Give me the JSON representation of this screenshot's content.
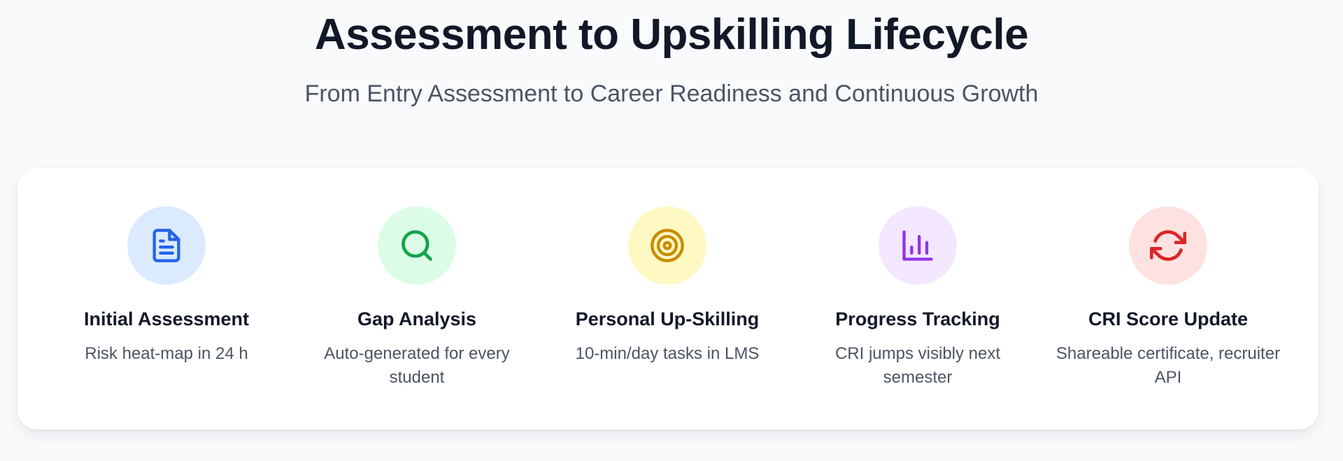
{
  "header": {
    "title": "Assessment to Upskilling Lifecycle",
    "subtitle": "From Entry Assessment to Career Readiness and Continuous Growth"
  },
  "steps": [
    {
      "title": "Initial Assessment",
      "description": "Risk heat-map in 24 h",
      "icon": "document-icon",
      "icon_bg": "#dbeafe",
      "icon_color": "#2563eb"
    },
    {
      "title": "Gap Analysis",
      "description": "Auto-generated for every student",
      "icon": "search-icon",
      "icon_bg": "#dcfce7",
      "icon_color": "#16a34a"
    },
    {
      "title": "Personal Up-Skilling",
      "description": "10-min/day tasks in LMS",
      "icon": "target-icon",
      "icon_bg": "#fef9c3",
      "icon_color": "#ca8a04"
    },
    {
      "title": "Progress Tracking",
      "description": "CRI jumps visibly next semester",
      "icon": "bar-chart-icon",
      "icon_bg": "#f3e8ff",
      "icon_color": "#9333ea"
    },
    {
      "title": "CRI Score Update",
      "description": "Shareable certificate, recruiter API",
      "icon": "refresh-icon",
      "icon_bg": "#fee2e2",
      "icon_color": "#dc2626"
    }
  ]
}
